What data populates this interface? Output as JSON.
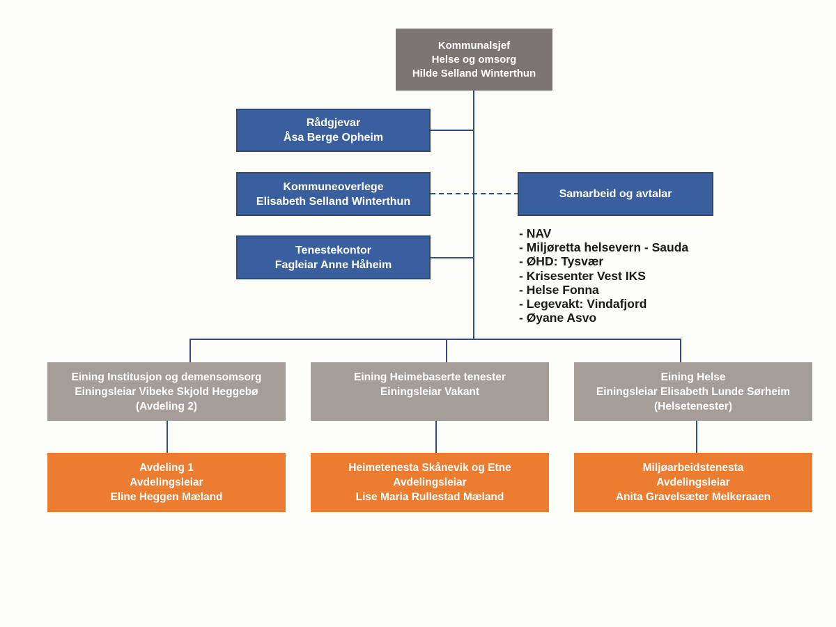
{
  "colors": {
    "background": "#FDFDF9",
    "top_box": "#7B7672",
    "blue_box": "#3A5F9E",
    "blue_box_border": "#2D4A76",
    "gray_box": "#A49D98",
    "orange_box": "#EC7C30",
    "connector": "#2F4E7F",
    "box_text": "#FFFFFF",
    "list_text": "#1A1A1A"
  },
  "org": {
    "top": {
      "lines": [
        "Kommunalsjef",
        "Helse og omsorg",
        "Hilde Selland Winterthun"
      ]
    },
    "staff": [
      {
        "lines": [
          "Rådgjevar",
          "Åsa Berge Opheim"
        ]
      },
      {
        "lines": [
          "Kommuneoverlege",
          "Elisabeth Selland Winterthun"
        ]
      },
      {
        "lines": [
          "Tenestekontor",
          "Fagleiar Anne Håheim"
        ]
      }
    ],
    "partner": {
      "title": "Samarbeid og avtalar"
    },
    "partner_list": [
      "- NAV",
      "- Miljøretta helsevern - Sauda",
      "- ØHD: Tysvær",
      "- Krisesenter Vest IKS",
      "- Helse Fonna",
      "- Legevakt: Vindafjord",
      "- Øyane Asvo"
    ],
    "units": [
      {
        "lines": [
          "Eining Institusjon og demensomsorg",
          "Einingsleiar Vibeke Skjold Heggebø",
          "(Avdeling 2)"
        ]
      },
      {
        "lines": [
          "Eining Heimebaserte tenester",
          "Einingsleiar Vakant"
        ]
      },
      {
        "lines": [
          "Eining Helse",
          "Einingsleiar Elisabeth Lunde Sørheim",
          "(Helsetenester)"
        ]
      }
    ],
    "departments": [
      {
        "lines": [
          "Avdeling 1",
          "Avdelingsleiar",
          "Eline Heggen Mæland"
        ]
      },
      {
        "lines": [
          "Heimetenesta Skånevik og Etne",
          "Avdelingsleiar",
          "Lise Maria Rullestad Mæland"
        ]
      },
      {
        "lines": [
          "Miljøarbeidstenesta",
          "Avdelingsleiar",
          "Anita Gravelsæter Melkeraaen"
        ]
      }
    ]
  }
}
